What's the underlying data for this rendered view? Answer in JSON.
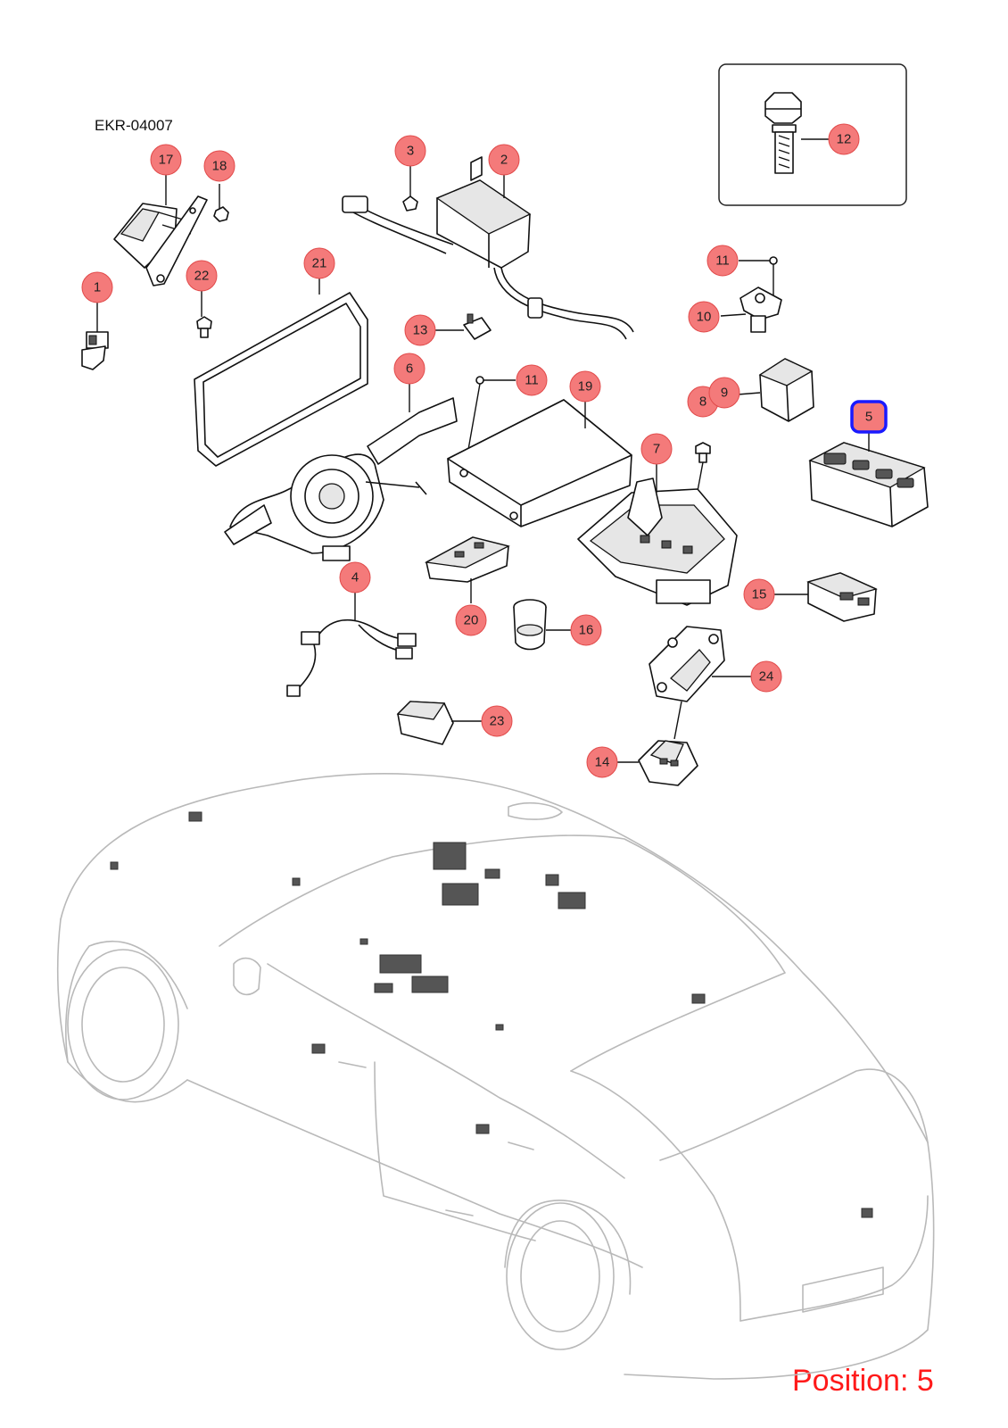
{
  "diagram_ref": "EKR-04007",
  "position_label": "Position: 5",
  "highlight_color": "#1a1aff",
  "callout_color": "#f47a7a",
  "position_color": "#ff1a1a",
  "callouts": [
    {
      "num": "1"
    },
    {
      "num": "2"
    },
    {
      "num": "3"
    },
    {
      "num": "4"
    },
    {
      "num": "5",
      "highlighted": true
    },
    {
      "num": "6"
    },
    {
      "num": "7"
    },
    {
      "num": "8"
    },
    {
      "num": "9"
    },
    {
      "num": "10"
    },
    {
      "num": "11"
    },
    {
      "num": "11"
    },
    {
      "num": "12"
    },
    {
      "num": "13"
    },
    {
      "num": "14"
    },
    {
      "num": "15"
    },
    {
      "num": "16"
    },
    {
      "num": "17"
    },
    {
      "num": "18"
    },
    {
      "num": "19"
    },
    {
      "num": "20"
    },
    {
      "num": "21"
    },
    {
      "num": "22"
    },
    {
      "num": "23"
    },
    {
      "num": "24"
    }
  ]
}
